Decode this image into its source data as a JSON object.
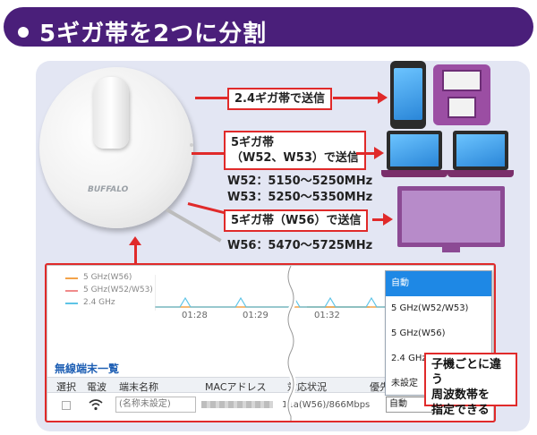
{
  "banner": {
    "title": "5ギガ帯を2つに分割"
  },
  "router": {
    "logo": "BUFFALO"
  },
  "labels": {
    "band24": "2.4ギガ帯で送信",
    "w52w53_line1": "5ギガ帯",
    "w52w53_line2": "（W52、W53）で送信",
    "w56": "5ギガ帯（W56）で送信"
  },
  "frequencies": {
    "w52": "W52：5150～5250MHz",
    "w53": "W53：5250～5350MHz",
    "w56": "W56：5470～5725MHz"
  },
  "settings": {
    "legend": [
      {
        "label": "5 GHz(W56)",
        "color": "#f3a34a"
      },
      {
        "label": "5 GHz(W52/W53)",
        "color": "#f08a8a"
      },
      {
        "label": "2.4 GHz",
        "color": "#5ec4e6"
      }
    ],
    "ticks": [
      "01:28",
      "01:29",
      "01:32"
    ],
    "section_title": "無線端末一覧",
    "columns": [
      "選択",
      "電波",
      "端末名称",
      "MACアドレス",
      "対応状況",
      "優先"
    ],
    "row": {
      "name_placeholder": "(名称未設定)",
      "status": "11a(W56)/866Mbps",
      "priority": "自動"
    },
    "dropdown_options": [
      "自動",
      "5 GHz(W52/W53)",
      "5 GHz(W56)",
      "2.4 GHz",
      "未設定"
    ],
    "dropdown_selected": "自動"
  },
  "callout": {
    "line1": "子機ごとに違う",
    "line2": "周波数帯を",
    "line3": "指定できる"
  },
  "colors": {
    "banner": "#4a1f7a",
    "panel": "#e3e6f3",
    "accent_red": "#e02a2a",
    "selection_blue": "#1e88e5",
    "section_blue": "#1e5fb4"
  }
}
